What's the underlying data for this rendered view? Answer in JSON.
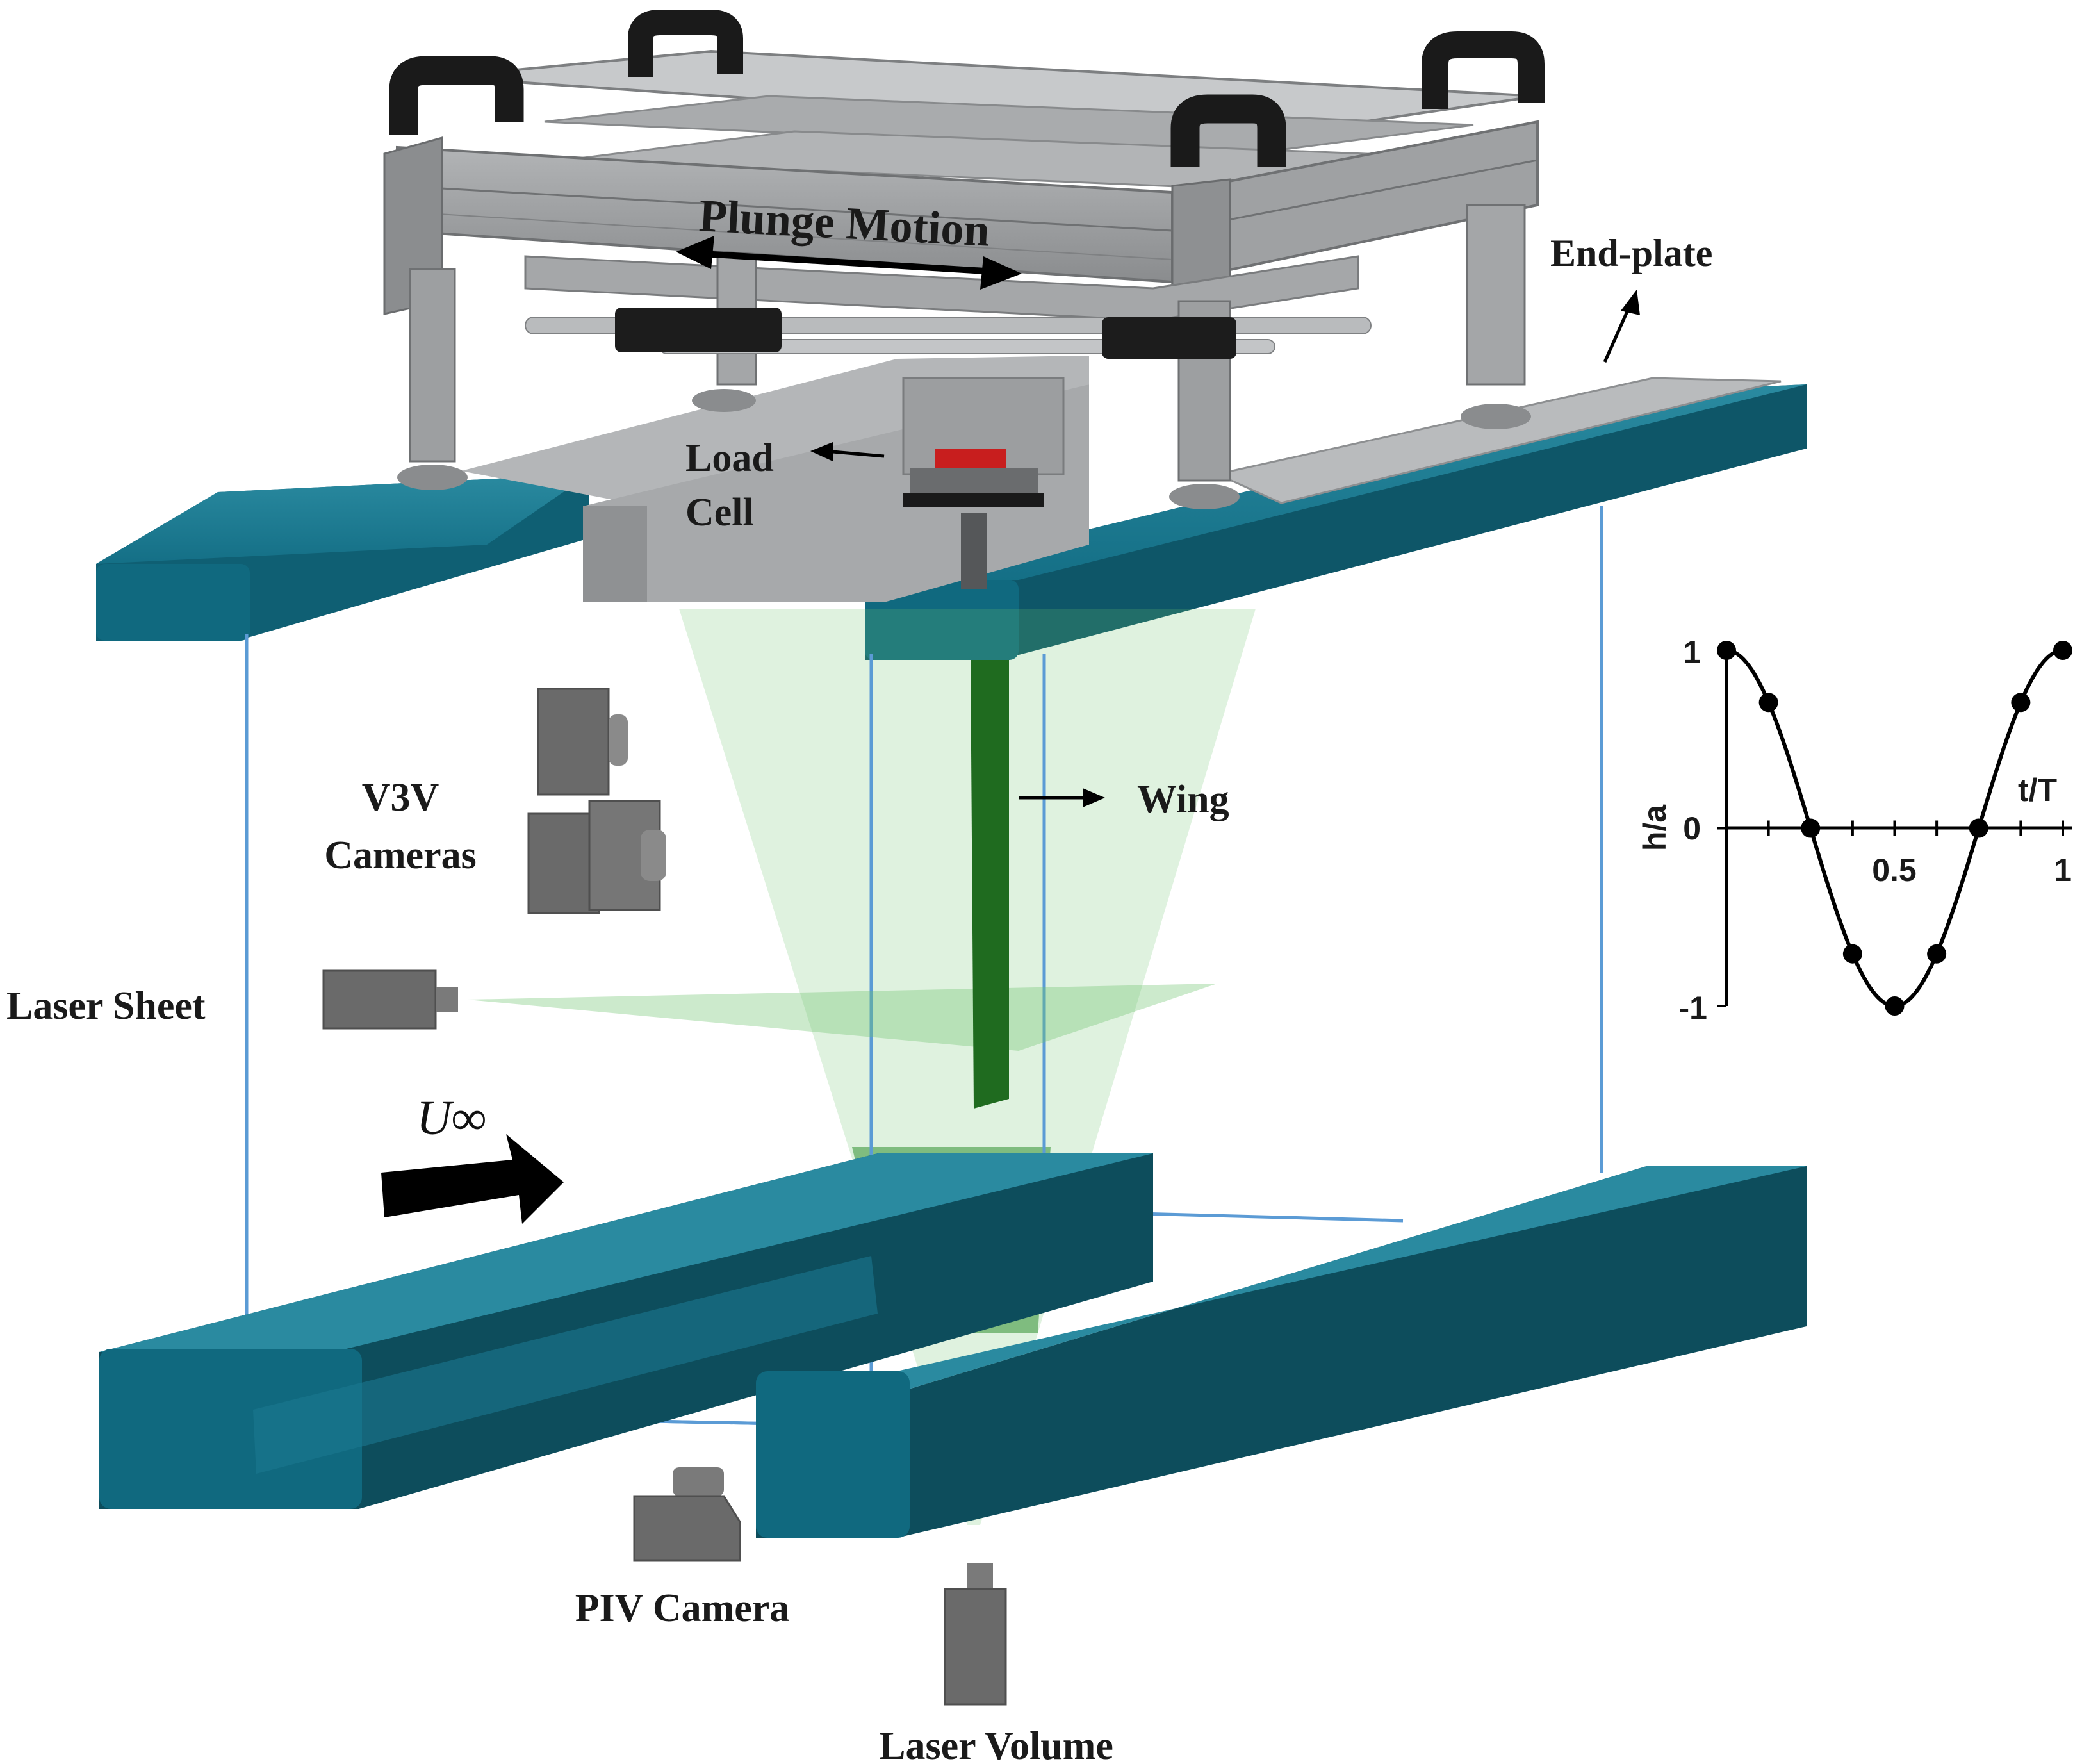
{
  "labels": {
    "plunge_motion": "Plunge Motion",
    "end_plate": "End-plate",
    "load_cell_line1": "Load",
    "load_cell_line2": "Cell",
    "wing": "Wing",
    "v3v_line1": "V3V",
    "v3v_line2": "Cameras",
    "laser_sheet": "Laser Sheet",
    "freestream": "U∞",
    "piv_camera": "PIV Camera",
    "laser_volume": "Laser Volume"
  },
  "colors": {
    "frame_gray": "#9a9c9e",
    "frame_dark": "#6f7173",
    "rail_teal": "#116a80",
    "rail_teal_dark": "#0d4d5c",
    "laser_green": "#6cc46c",
    "wing_green": "#1f6b1f",
    "camera_gray": "#6a6a6a",
    "tank_outline": "#5b9bd5",
    "handle_black": "#1a1a1a"
  },
  "inset_chart": {
    "chart_data": {
      "type": "line",
      "xlabel": "t/T",
      "ylabel": "h/a",
      "x_tick_labels": [
        "0.5",
        "1"
      ],
      "y_tick_labels": [
        "1",
        "0",
        "-1"
      ],
      "xlim": [
        0,
        1
      ],
      "ylim": [
        -1,
        1
      ],
      "series": [
        {
          "x": [
            0,
            0.125,
            0.25,
            0.375,
            0.5,
            0.625,
            0.75,
            0.875,
            1
          ],
          "values": [
            1,
            0.707,
            0,
            -0.707,
            -1,
            -0.707,
            0,
            0.707,
            1
          ]
        }
      ]
    }
  }
}
